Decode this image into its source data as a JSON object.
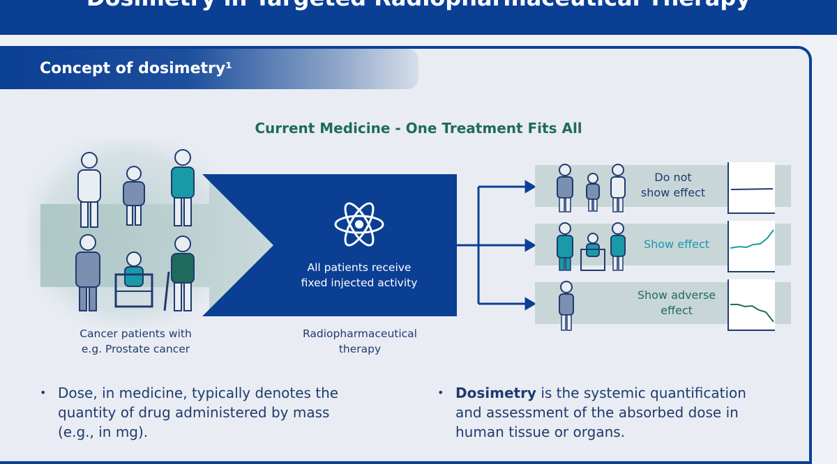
{
  "header": {
    "title": "Dosimetry in Targeted Radiopharmaceutical Therapy"
  },
  "concept": {
    "heading": "Concept of dosimetry¹"
  },
  "diagram": {
    "subtitle": "Current Medicine - One Treatment Fits All",
    "patients_caption_line1": "Cancer patients with",
    "patients_caption_line2": "e.g. Prostate cancer",
    "center_text_line1": "All patients receive",
    "center_text_line2": "fixed injected activity",
    "therapy_caption_line1": "Radiopharmaceutical",
    "therapy_caption_line2": "therapy",
    "outcomes": [
      {
        "label_line1": "Do not",
        "label_line2": "show effect",
        "color": "#1f3a6e",
        "trend": "flat"
      },
      {
        "label_line1": "Show effect",
        "label_line2": "",
        "color": "#1a9aa8",
        "trend": "up"
      },
      {
        "label_line1": "Show adverse",
        "label_line2": "effect",
        "color": "#1f6b5b",
        "trend": "down"
      }
    ],
    "icons": [
      "atom-icon",
      "person-icon",
      "wheelchair-icon",
      "cane-icon",
      "arrow-icon"
    ]
  },
  "bullets": [
    {
      "bold": "",
      "line1": "Dose, in medicine, typically denotes the",
      "line2": "quantity of drug administered by mass",
      "line3": "(e.g., in mg)."
    },
    {
      "bold": "Dosimetry",
      "line1": " is the systemic quantification",
      "line2": "and assessment of the absorbed dose in",
      "line3": "human tissue or organs."
    }
  ],
  "colors": {
    "primary_blue": "#0b3f94",
    "teal": "#1a9aa8",
    "green": "#1f6b5b",
    "background": "#eef1f6"
  }
}
